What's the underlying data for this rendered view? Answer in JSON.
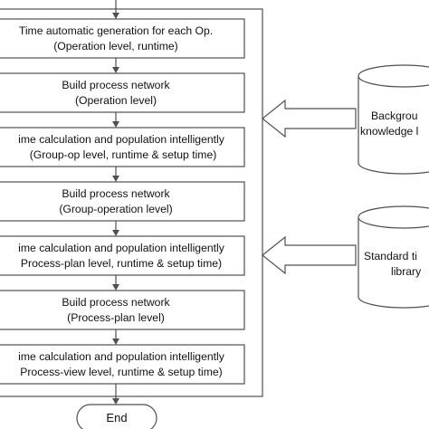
{
  "steps": [
    {
      "line1": "Time automatic generation for each Op.",
      "line2": "(Operation level, runtime)"
    },
    {
      "line1": "Build process network",
      "line2": "(Operation level)"
    },
    {
      "line1": "ime calculation and population intelligently",
      "line2": "(Group-op level, runtime & setup time)"
    },
    {
      "line1": "Build process network",
      "line2": "(Group-operation level)"
    },
    {
      "line1": "ime calculation and population intelligently",
      "line2": "Process-plan level, runtime & setup time)"
    },
    {
      "line1": "Build process network",
      "line2": "(Process-plan level)"
    },
    {
      "line1": "ime calculation and population intelligently",
      "line2": "Process-view level, runtime & setup time)"
    }
  ],
  "databases": [
    {
      "line1": "Backgrou",
      "line2": "knowledge l"
    },
    {
      "line1": "Standard ti",
      "line2": "library"
    }
  ],
  "terminal": {
    "label": "End"
  },
  "colors": {
    "stroke": "#505050",
    "box_fill": "#ffffff",
    "arrow_fill": "#ffffff",
    "text": "#111111"
  }
}
